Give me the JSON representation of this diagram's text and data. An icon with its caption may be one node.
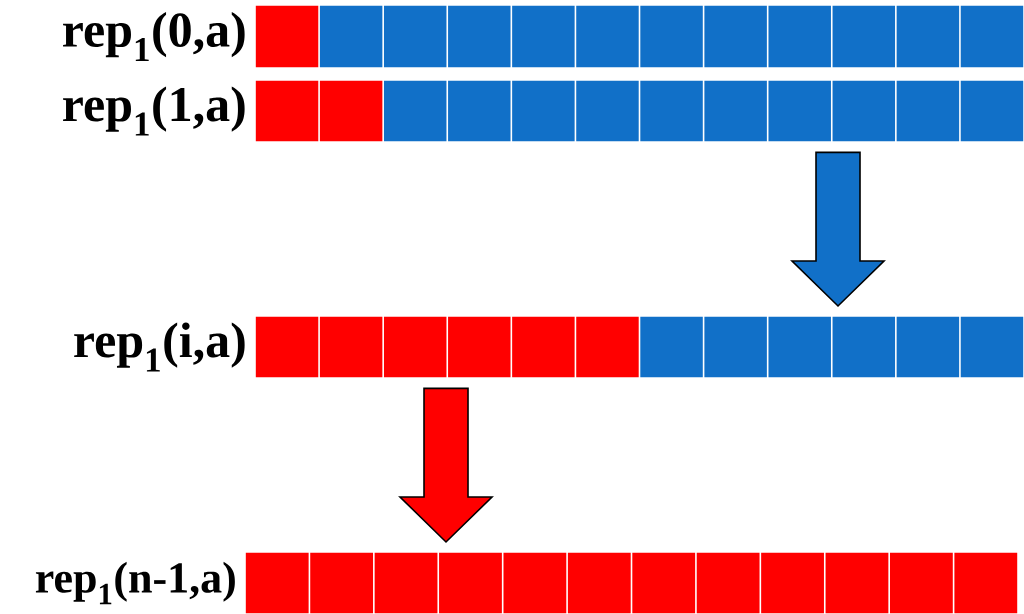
{
  "diagram": {
    "nodes": [
      {
        "text": [
          "rep$_{1}$(0,a)"
        ]
      },
      {
        "text": [
          "rep$_{1}$(1,a)"
        ]
      },
      {
        "text": [
          "rep$_{1}$(i,a)"
        ]
      },
      {
        "text": [
          "rep$_{1}$(n-1,a)"
        ]
      }
    ],
    "edges": [
      {
        "from": 1,
        "to": 2,
        "arrow": "to",
        "color": "#1170c8"
      },
      {
        "from": 2,
        "to": 3,
        "arrow": "to",
        "color": "#ff0000"
      }
    ]
  }
}
